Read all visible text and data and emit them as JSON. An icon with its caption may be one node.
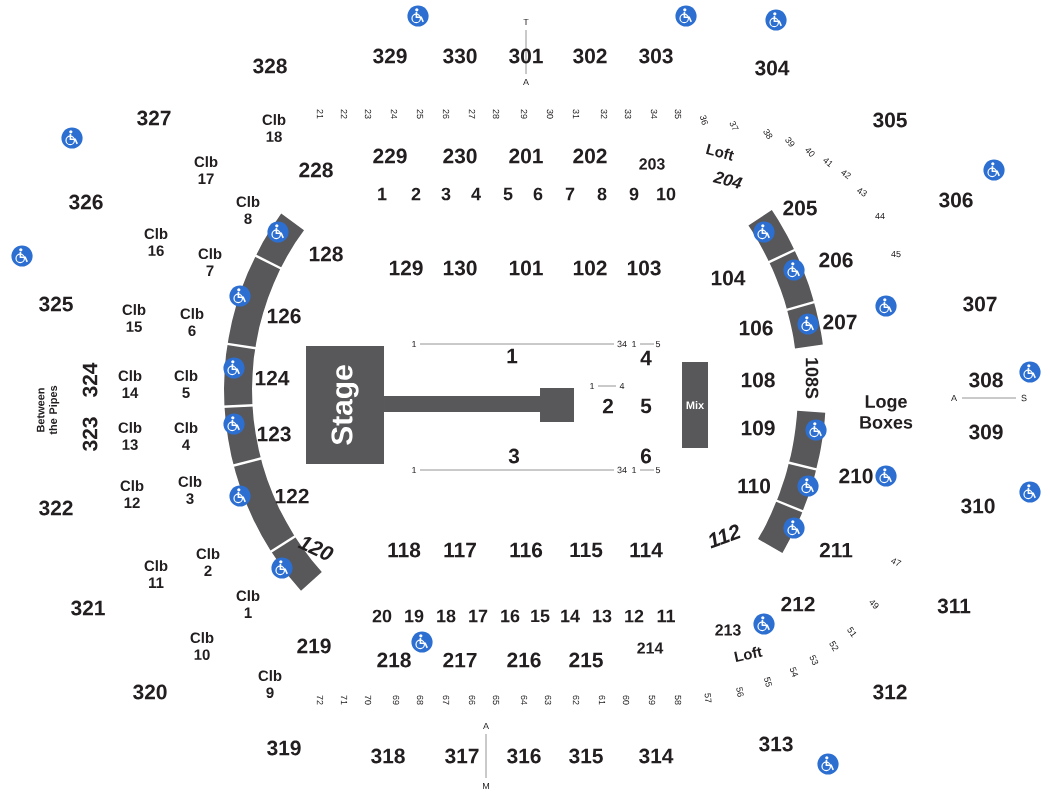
{
  "diagram": {
    "nodes": [
      {
        "text": [
          "Stage"
        ]
      },
      {
        "text": [
          "Mix"
        ]
      }
    ],
    "labels": [
      "T",
      "329",
      "330",
      "301",
      "302",
      "303",
      "A",
      "328",
      "304",
      "327",
      "305",
      "Clb 18",
      "21",
      "22",
      "23",
      "24",
      "25",
      "26",
      "27",
      "28",
      "29",
      "30",
      "31",
      "32",
      "33",
      "34",
      "35",
      "36",
      "37",
      "38",
      "39",
      "40",
      "41",
      "42",
      "43",
      "44",
      "45",
      "Loft",
      "203",
      "204",
      "Clb 17",
      "228",
      "229",
      "230",
      "201",
      "202",
      "326",
      "Clb 8",
      "1",
      "2",
      "3",
      "4",
      "5",
      "6",
      "7",
      "8",
      "9",
      "10",
      "205",
      "306",
      "Clb 16",
      "128",
      "129",
      "130",
      "101",
      "102",
      "103",
      "Clb 7",
      "206",
      "104",
      "325",
      "307",
      "Clb 15",
      "Clb 6",
      "126",
      "106",
      "207",
      "1",
      "34",
      "1",
      "5",
      "1",
      "4",
      "1",
      "4",
      "2",
      "5",
      "3",
      "6",
      "1",
      "34",
      "1",
      "5",
      "324",
      "Clb 14",
      "Clb 5",
      "124",
      "108",
      "108S",
      "Loge Boxes",
      "A",
      "308",
      "S",
      "Between the Pipes",
      "323",
      "Clb 13",
      "Clb 4",
      "123",
      "109",
      "309",
      "210",
      "110",
      "322",
      "Clb 12",
      "Clb 3",
      "122",
      "310",
      "120",
      "118",
      "117",
      "116",
      "115",
      "114",
      "112",
      "211",
      "47",
      "321",
      "Clb 11",
      "Clb 2",
      "Clb 1",
      "212",
      "49",
      "311",
      "20",
      "19",
      "18",
      "17",
      "16",
      "15",
      "14",
      "13",
      "12",
      "11",
      "213",
      "51",
      "219",
      "Clb 10",
      "218",
      "217",
      "216",
      "215",
      "214",
      "Loft",
      "72",
      "71",
      "70",
      "69",
      "68",
      "67",
      "66",
      "65",
      "64",
      "63",
      "62",
      "61",
      "60",
      "59",
      "58",
      "57",
      "56",
      "55",
      "54",
      "53",
      "52",
      "Clb 9",
      "320",
      "312",
      "A",
      "319",
      "313",
      "318",
      "317",
      "316",
      "315",
      "314",
      "M"
    ]
  }
}
